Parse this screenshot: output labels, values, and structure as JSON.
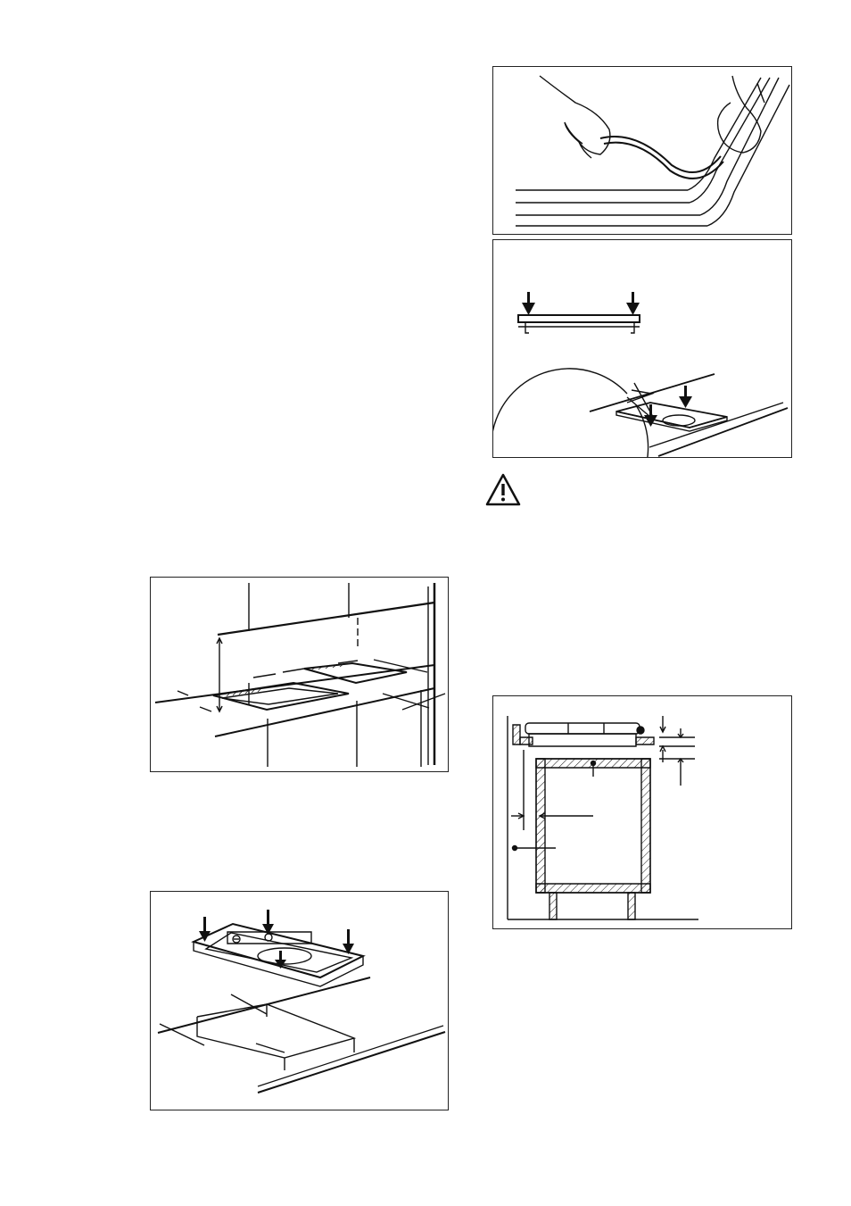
{
  "page": {
    "figures": [
      {
        "id": "worktop-cutout-figure",
        "kind": "line-drawing"
      },
      {
        "id": "hob-placement-figure",
        "kind": "line-drawing"
      },
      {
        "id": "seal-strip-figure",
        "kind": "line-drawing"
      },
      {
        "id": "press-down-figure",
        "kind": "line-drawing"
      },
      {
        "id": "cabinet-section-figure",
        "kind": "line-drawing"
      }
    ],
    "warning": {
      "icon": "warning-triangle-icon"
    }
  }
}
